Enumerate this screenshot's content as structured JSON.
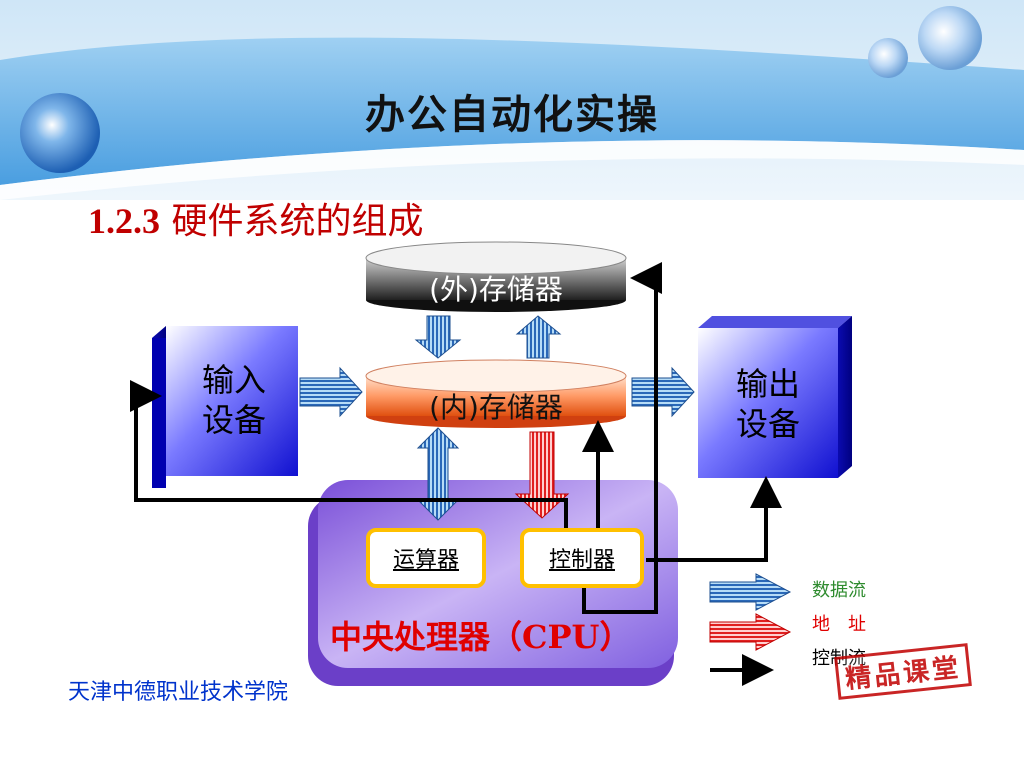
{
  "slide": {
    "title": "办公自动化实操",
    "section_number": "1.2.3",
    "section_title": "硬件系统的组成",
    "footer": "天津中德职业技术学院",
    "stamp": "精品课堂"
  },
  "diagram": {
    "external_storage": "(外)存储器",
    "internal_storage": "(内)存储器",
    "input_device": [
      "输入",
      "设备"
    ],
    "output_device": [
      "输出",
      "设备"
    ],
    "alu": "运算器",
    "controller": "控制器",
    "cpu": "中央处理器（CPU）"
  },
  "legend": [
    {
      "label": "数据流",
      "color": "#2e8b2e"
    },
    {
      "label": "地　址",
      "color": "#e00000"
    },
    {
      "label": "控制流",
      "color": "#000000"
    }
  ]
}
